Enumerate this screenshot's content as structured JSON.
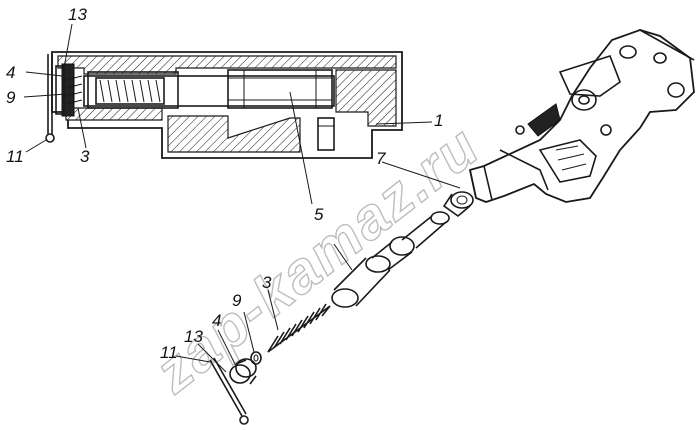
{
  "watermark": "zap-kamaz.ru",
  "corner_mark": "",
  "labels": {
    "l13_top": "13",
    "l4_top": "4",
    "l9_top": "9",
    "l11_top": "11",
    "l3_top": "3",
    "l1": "1",
    "l7": "7",
    "l5": "5",
    "l3_bot": "3",
    "l9_bot": "9",
    "l4_bot": "4",
    "l13_bot": "13",
    "l11_bot": "11"
  }
}
